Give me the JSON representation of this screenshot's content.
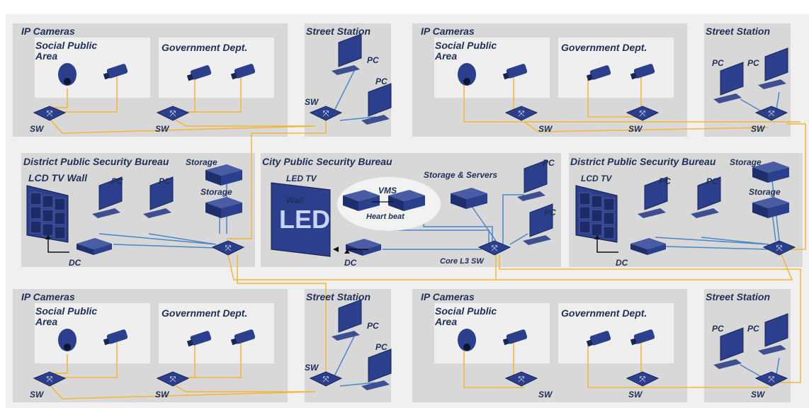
{
  "colors": {
    "background": "#f0f0f0",
    "panel": "#d8d8d8",
    "subpanel": "#efefef",
    "label": "#1f2f57",
    "device": "#2b3f8c",
    "wire_yellow": "#f2b632",
    "wire_blue": "#4a86c8"
  },
  "sites": [
    {
      "ip_cameras": "IP Cameras",
      "social": "Social Public Area",
      "government": "Government Dept.",
      "station": "Street Station",
      "sw_a": "SW",
      "sw_b": "SW",
      "sw_c": "SW",
      "pc_a": "PC",
      "pc_b": "PC"
    },
    {
      "ip_cameras": "IP Cameras",
      "social": "Social Public Area",
      "government": "Government Dept.",
      "station": "Street Station",
      "sw_a": "SW",
      "sw_b": "SW",
      "sw_c": "SW",
      "pc_a": "PC",
      "pc_b": "PC"
    },
    {
      "ip_cameras": "IP Cameras",
      "social": "Social Public Area",
      "government": "Government Dept.",
      "station": "Street Station",
      "sw_a": "SW",
      "sw_b": "SW",
      "sw_c": "SW",
      "pc_a": "PC",
      "pc_b": "PC"
    },
    {
      "ip_cameras": "IP Cameras",
      "social": "Social Public Area",
      "government": "Government Dept.",
      "station": "Street Station",
      "sw_a": "SW",
      "sw_b": "SW",
      "sw_c": "SW",
      "pc_a": "PC",
      "pc_b": "PC"
    }
  ],
  "district_left": {
    "title": "District Public Security Bureau",
    "lcd": "LCD TV Wall",
    "pc_a": "PC",
    "pc_b": "PC",
    "storage_a": "Storage",
    "storage_b": "Storage",
    "dc": "DC"
  },
  "district_right": {
    "title": "District Public Security Bureau",
    "lcd": "LCD TV",
    "pc_a": "PC",
    "pc_b": "PC",
    "storage_a": "Storage",
    "storage_b": "Storage",
    "dc": "DC"
  },
  "city": {
    "title": "City Public Security Bureau",
    "led_tv": "LED TV",
    "led_wall": "Wall",
    "led_sign": "LED",
    "vms": "VMS",
    "heartbeat": "Heart beat",
    "storage_servers": "Storage & Servers",
    "pc_a": "PC",
    "pc_b": "PC",
    "dc": "DC",
    "core": "Core L3 SW"
  }
}
